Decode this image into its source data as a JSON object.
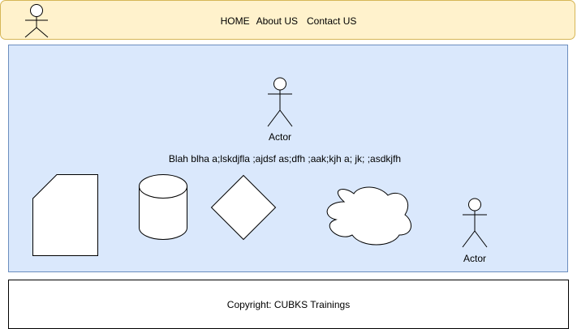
{
  "header": {
    "nav": {
      "home": "HOME",
      "about": "About US",
      "contact": "Contact US"
    }
  },
  "main": {
    "actor_label": "Actor",
    "description": "Blah blha a;lskdjfla ;ajdsf as;dfh ;aak;kjh a; jk;  ;asdkjfh",
    "actor2_label": "Actor"
  },
  "footer": {
    "copyright": "Copyright: CUBKS Trainings"
  },
  "colors": {
    "header_fill": "#fff2cc",
    "header_stroke": "#d6b656",
    "main_fill": "#dae8fc",
    "main_stroke": "#6c8ebf"
  },
  "icons": [
    "actor-icon",
    "card-shape",
    "database-cylinder",
    "diamond-shape",
    "cloud-shape"
  ]
}
